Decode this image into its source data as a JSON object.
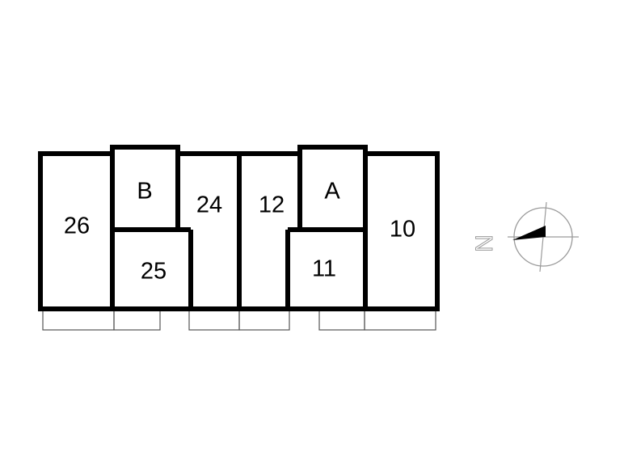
{
  "plan": {
    "rooms": {
      "r26": "26",
      "rB": "B",
      "r25": "25",
      "r24": "24",
      "r12": "12",
      "rA": "A",
      "r11": "11",
      "r10": "10"
    },
    "compass": {
      "north_letter": "N"
    }
  },
  "colors": {
    "wall": "#000000",
    "balcony": "#555555",
    "compass": "#9a9a9a",
    "background": "#ffffff"
  }
}
